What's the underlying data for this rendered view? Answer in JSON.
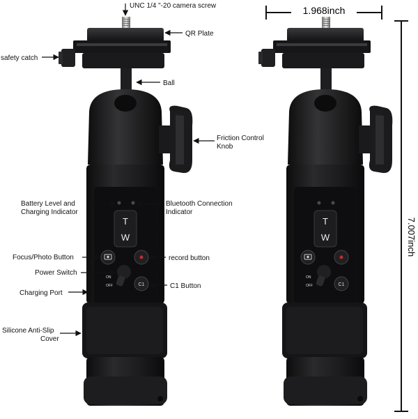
{
  "labels": {
    "camera_screw": "UNC 1/4 \"-20 camera screw",
    "qr_plate": "QR Plate",
    "safety_catch": "safety catch",
    "ball": "Ball",
    "friction_line1": "Friction Control",
    "friction_line2": "Knob",
    "battery_line1": "Battery Level and",
    "battery_line2": "Charging Indicator",
    "bluetooth_line1": "Bluetooth Connection",
    "bluetooth_line2": "Indicator",
    "focus_button": "Focus/Photo Button",
    "record_button": "record button",
    "power_switch": "Power Switch",
    "charging_port": "Charging Port",
    "c1_button": "C1 Button",
    "silicone_line1": "Silicone Anti-Slip",
    "silicone_line2": "Cover"
  },
  "dimensions": {
    "width": "1.968inch",
    "height": "7.007inch"
  },
  "device": {
    "zoom_t": "T",
    "zoom_w": "W",
    "switch_on": "ON",
    "switch_off": "OFF",
    "c1_mark": "C1"
  },
  "colors": {
    "body": "#1c1c1e",
    "record_dot": "#d0222a",
    "led": "#4a4a4a"
  }
}
